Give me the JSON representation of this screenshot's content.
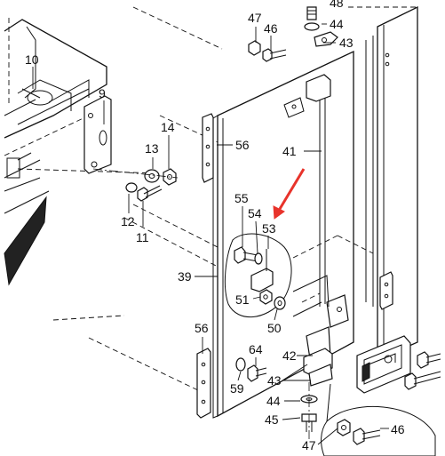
{
  "labels": {
    "l10": "10",
    "l9": "9",
    "l47a": "47",
    "l46a": "46",
    "l44a": "44",
    "l43a": "43",
    "l48": "48",
    "l14": "14",
    "l13": "13",
    "l56a": "56",
    "l41": "41",
    "l55": "55",
    "l54": "54",
    "l53": "53",
    "l12": "12",
    "l11": "11",
    "l39": "39",
    "l51": "51",
    "l50": "50",
    "l56b": "56",
    "l64": "64",
    "l42": "42",
    "l43b": "43",
    "l59": "59",
    "l44b": "44",
    "l45": "45",
    "l47b": "47",
    "l46b": "46"
  },
  "colors": {
    "arrow": "#e8332b",
    "line": "#111111",
    "background": "#ffffff"
  }
}
